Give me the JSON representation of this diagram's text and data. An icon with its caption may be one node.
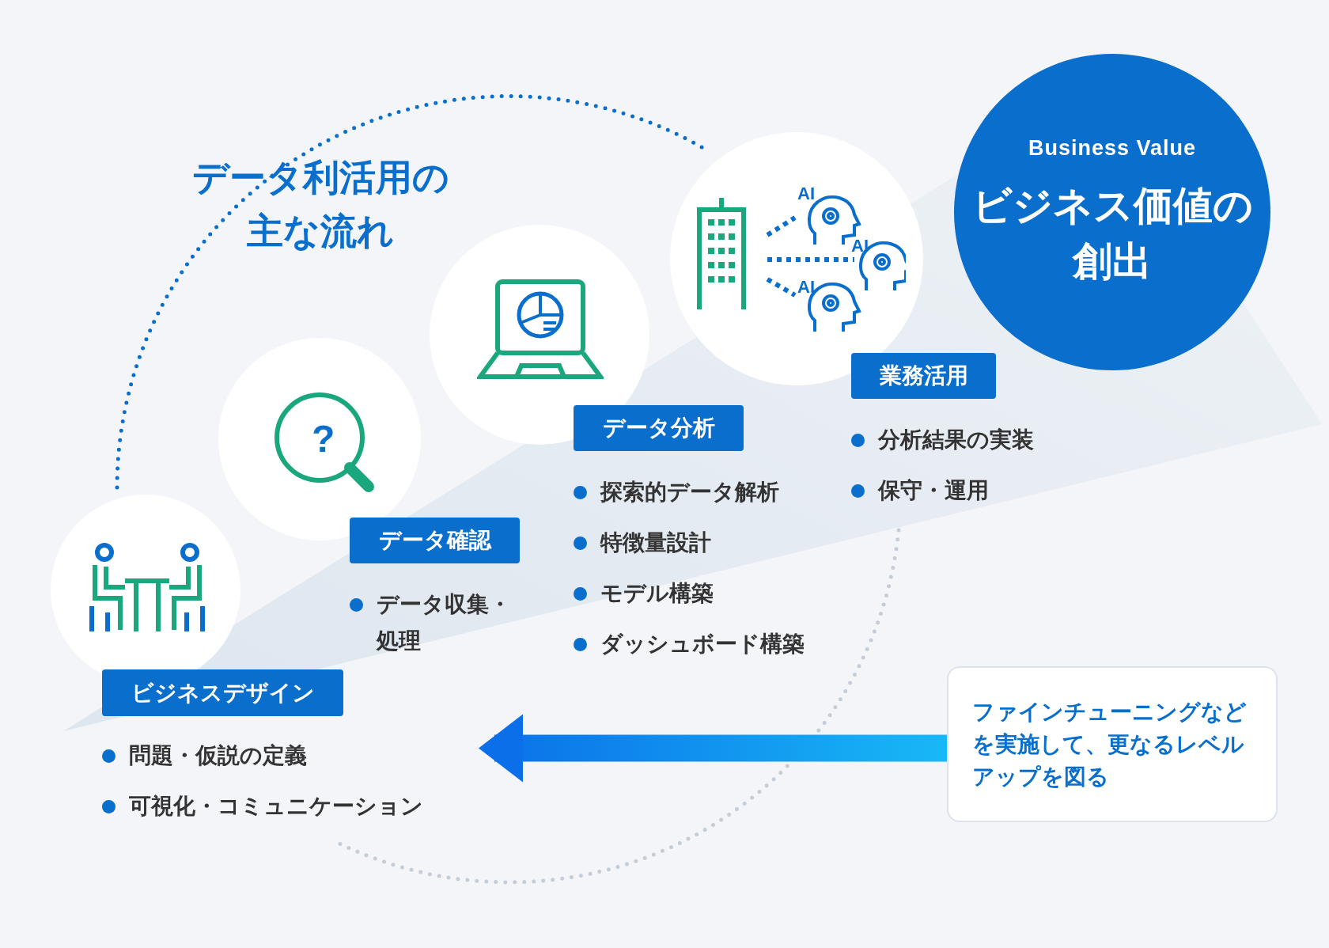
{
  "diagram": {
    "title": "データ利活用の主な流れ",
    "nodes": [
      {
        "text": [
          "ビジネスデザイン"
        ],
        "beside": [
          "問題・仮説の定義",
          "可視化・コミュニケーション"
        ]
      },
      {
        "text": [
          "データ確認"
        ],
        "beside": [
          "データ収集・処理"
        ]
      },
      {
        "text": [
          "データ分析"
        ],
        "beside": [
          "探索的データ解析",
          "特徴量設計",
          "モデル構築",
          "ダッシュボード構築"
        ]
      },
      {
        "text": [
          "業務活用"
        ],
        "beside": [
          "分析結果の実装",
          "保守・運用"
        ]
      },
      {
        "text": [
          "Business Value",
          "ビジネス価値の創出"
        ]
      },
      {
        "text": [
          "ファインチューニングなどを実施して、更なるレベルアップを図る"
        ]
      }
    ],
    "edges": [
      {
        "from": 5,
        "to": 0,
        "arrow": "to"
      }
    ],
    "labels": [
      "?",
      "AI",
      "AI",
      "AI"
    ]
  }
}
